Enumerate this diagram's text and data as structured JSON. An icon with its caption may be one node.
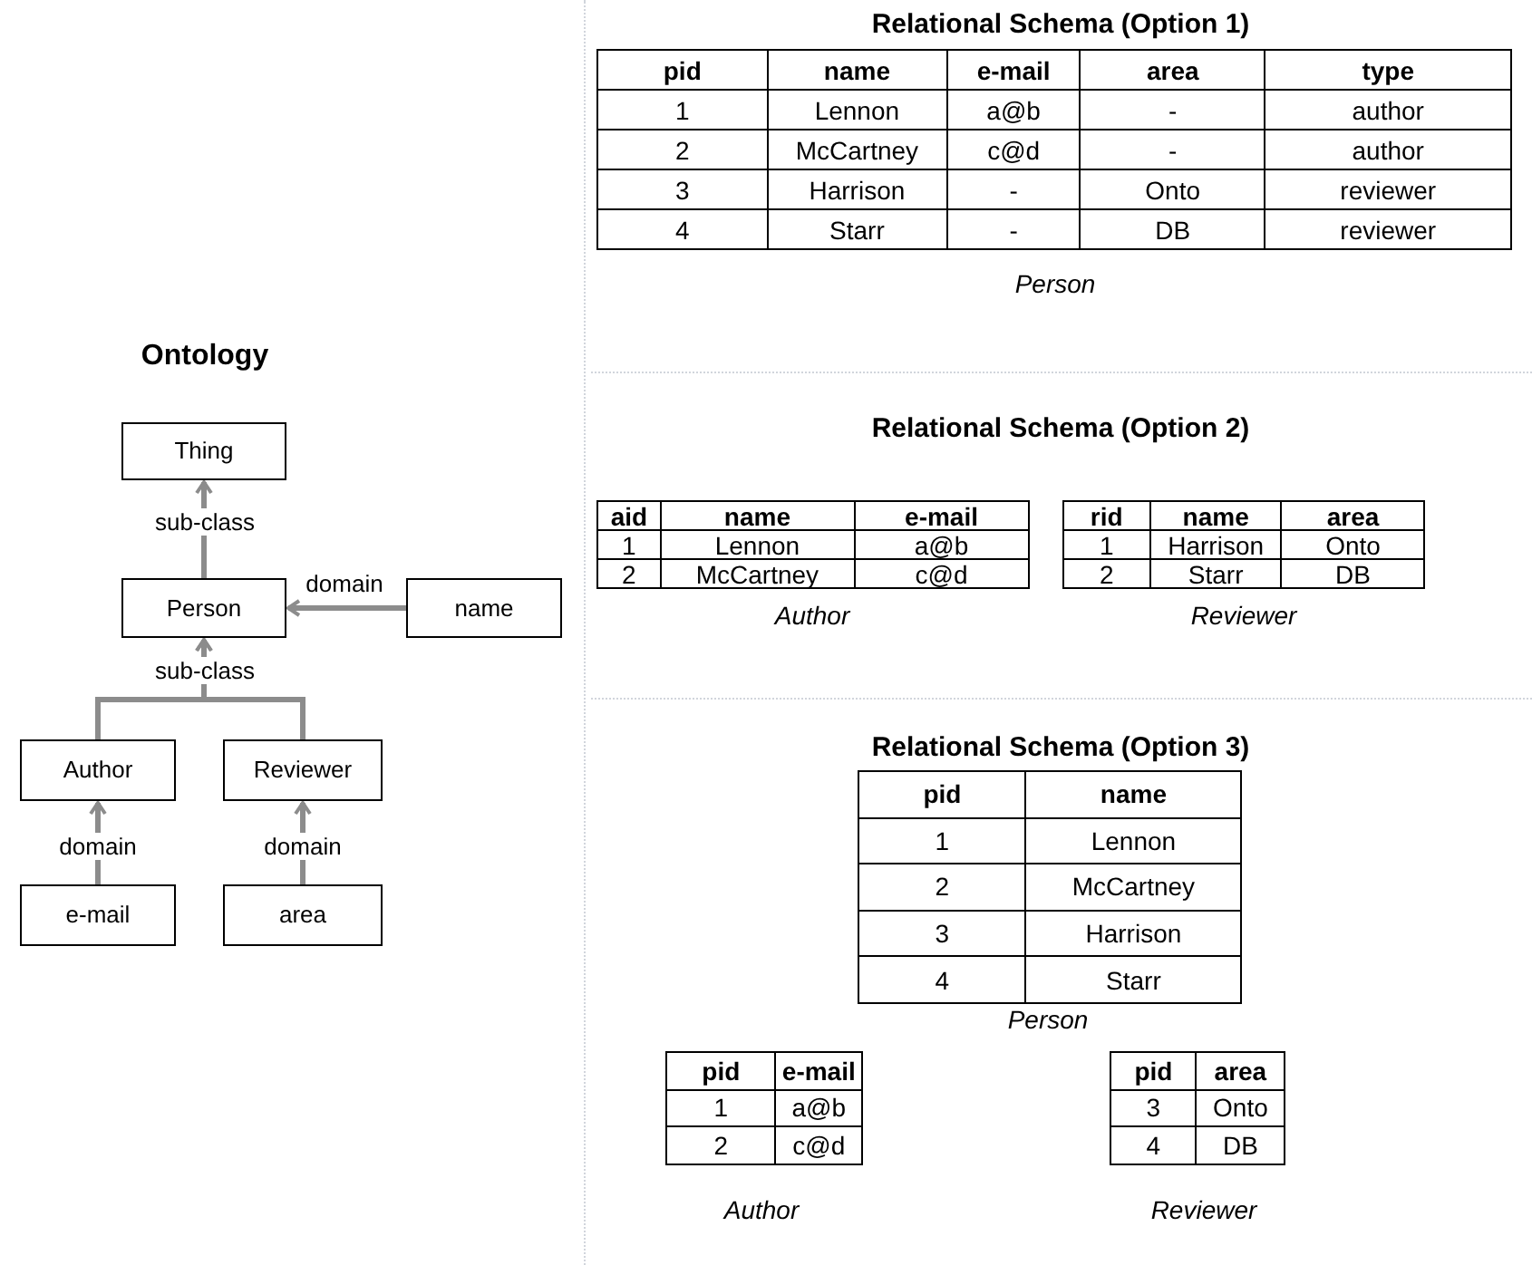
{
  "diagram": {
    "title": "Ontology",
    "nodes": [
      {
        "text": [
          "Thing"
        ]
      },
      {
        "text": [
          "Person"
        ]
      },
      {
        "text": [
          "name"
        ]
      },
      {
        "text": [
          "Author"
        ]
      },
      {
        "text": [
          "Reviewer"
        ]
      },
      {
        "text": [
          "e-mail"
        ]
      },
      {
        "text": [
          "area"
        ]
      }
    ],
    "edges": [
      {
        "from": 1,
        "to": 0,
        "arrow": "to",
        "label": "sub-class"
      },
      {
        "from": 2,
        "to": 1,
        "arrow": "to",
        "label": "domain"
      },
      {
        "from": 3,
        "to": 1,
        "arrow": "to",
        "label": "sub-class"
      },
      {
        "from": 4,
        "to": 1,
        "arrow": "to"
      },
      {
        "from": 5,
        "to": 3,
        "arrow": "to",
        "label": "domain"
      },
      {
        "from": 6,
        "to": 4,
        "arrow": "to",
        "label": "domain"
      }
    ],
    "labels": [
      "Relational Schema (Option 1)",
      "pid",
      "name",
      "e-mail",
      "area",
      "type",
      "1",
      "Lennon",
      "a@b",
      "-",
      "author",
      "2",
      "McCartney",
      "c@d",
      "-",
      "author",
      "3",
      "Harrison",
      "-",
      "Onto",
      "reviewer",
      "4",
      "Starr",
      "-",
      "DB",
      "reviewer",
      "Person",
      "Relational Schema (Option 2)",
      "aid",
      "name",
      "e-mail",
      "1",
      "Lennon",
      "a@b",
      "2",
      "McCartney",
      "c@d",
      "Author",
      "rid",
      "name",
      "area",
      "1",
      "Harrison",
      "Onto",
      "2",
      "Starr",
      "DB",
      "Reviewer",
      "Relational Schema (Option 3)",
      "pid",
      "name",
      "1",
      "Lennon",
      "2",
      "McCartney",
      "3",
      "Harrison",
      "4",
      "Starr",
      "Person",
      "pid",
      "e-mail",
      "1",
      "a@b",
      "2",
      "c@d",
      "Author",
      "pid",
      "area",
      "3",
      "Onto",
      "4",
      "DB",
      "Reviewer"
    ]
  }
}
